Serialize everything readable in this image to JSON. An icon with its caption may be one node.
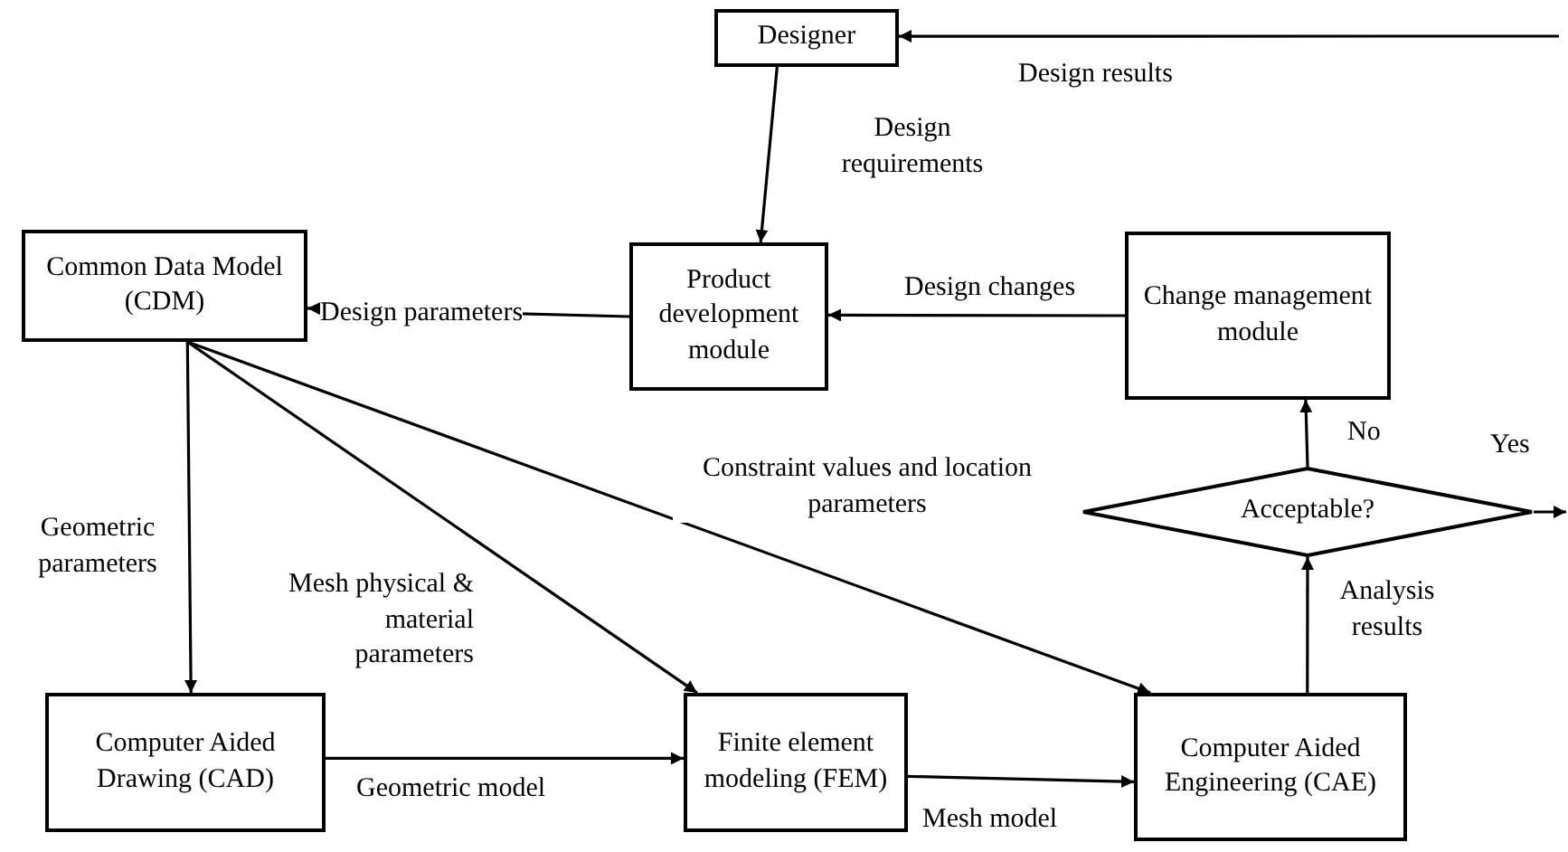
{
  "diagram": {
    "nodes": [
      {
        "text": [
          "Designer"
        ]
      },
      {
        "text": [
          "Product development module"
        ]
      },
      {
        "text": [
          "Change management module"
        ]
      },
      {
        "text": [
          "Common Data Model (CDM)"
        ]
      },
      {
        "text": [
          "Acceptable?"
        ]
      },
      {
        "text": [
          "Computer Aided Drawing (CAD)"
        ]
      },
      {
        "text": [
          "Finite element modeling (FEM)"
        ]
      },
      {
        "text": [
          "Computer Aided Engineering (CAE)"
        ]
      }
    ],
    "edges": [
      {
        "from": null,
        "to": 0,
        "arrow": "to",
        "label": "Design results"
      },
      {
        "from": 0,
        "to": 1,
        "arrow": "to",
        "label": "Design requirements"
      },
      {
        "from": 2,
        "to": 1,
        "arrow": "to",
        "label": "Design changes"
      },
      {
        "from": 1,
        "to": 3,
        "arrow": "to",
        "label": "Design parameters"
      },
      {
        "from": 4,
        "to": 2,
        "arrow": "to",
        "label": "No"
      },
      {
        "from": 4,
        "to": null,
        "arrow": "to",
        "label": "Yes"
      },
      {
        "from": 3,
        "to": 5,
        "arrow": "to",
        "label": "Geometric parameters"
      },
      {
        "from": 3,
        "to": 6,
        "arrow": "to",
        "label": "Mesh physical & material parameters"
      },
      {
        "from": 3,
        "to": 7,
        "arrow": "to",
        "label": "Constraint values and location parameters"
      },
      {
        "from": 5,
        "to": 6,
        "arrow": "to",
        "label": "Geometric model"
      },
      {
        "from": 6,
        "to": 7,
        "arrow": "to",
        "label": "Mesh model"
      },
      {
        "from": 7,
        "to": 4,
        "arrow": "to",
        "label": "Analysis results"
      }
    ]
  }
}
